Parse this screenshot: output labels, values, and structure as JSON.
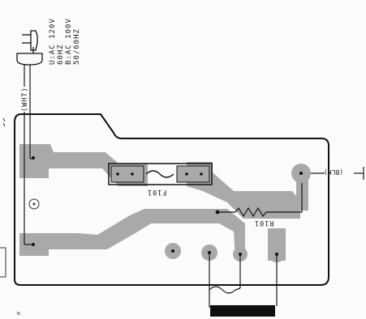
{
  "power_spec_lines": [
    "U:AC 120V",
    "60HZ",
    "B:AC 100V",
    "50/60HZ"
  ],
  "wire_labels": {
    "white": "(WHT)",
    "black": "(BLK)"
  },
  "components": {
    "fuse": "F101",
    "resistor": "R101"
  },
  "page_mark": "m",
  "colors": {
    "copper": "#a9a9a9",
    "outline": "#111111",
    "wire": "#1a1a1a",
    "paper": "#fbfbfb"
  }
}
